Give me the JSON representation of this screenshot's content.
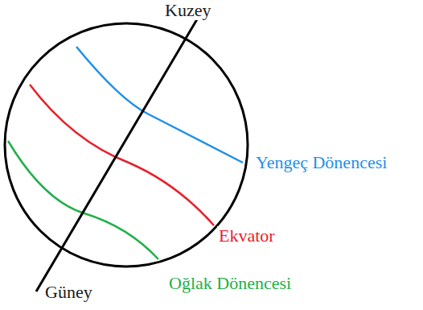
{
  "diagram": {
    "labels": [
      "Kuzey",
      "Güney",
      "Yengeç Dönencesi",
      "Ekvator",
      "Oğlak Dönencesi"
    ]
  }
}
